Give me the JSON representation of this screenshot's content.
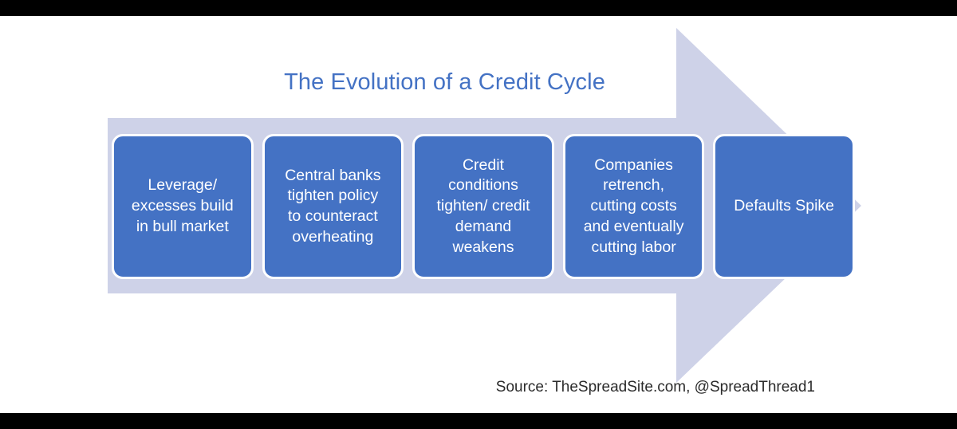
{
  "slide": {
    "title": "The Evolution of a Credit Cycle",
    "title_color": "#4472C4",
    "background_color": "#FFFFFF",
    "source": "Source: TheSpreadSite.com, @SpreadThread1"
  },
  "arrow": {
    "name": "right-pointing-process-arrow",
    "fill_color": "#CED2E8"
  },
  "boxes": [
    {
      "index": 1,
      "label": "Leverage/\nexcesses build\nin bull market",
      "fill_color": "#4472C4",
      "border_color": "#FFFFFF",
      "text_color": "#FFFFFF"
    },
    {
      "index": 2,
      "label": "Central banks\ntighten policy\nto counteract\noverheating",
      "fill_color": "#4472C4",
      "border_color": "#FFFFFF",
      "text_color": "#FFFFFF"
    },
    {
      "index": 3,
      "label": "Credit\nconditions\ntighten/ credit\ndemand\nweakens",
      "fill_color": "#4472C4",
      "border_color": "#FFFFFF",
      "text_color": "#FFFFFF"
    },
    {
      "index": 4,
      "label": "Companies\nretrench,\ncutting costs\nand eventually\ncutting labor",
      "fill_color": "#4472C4",
      "border_color": "#FFFFFF",
      "text_color": "#FFFFFF"
    },
    {
      "index": 5,
      "label": "Defaults Spike",
      "fill_color": "#4472C4",
      "border_color": "#FFFFFF",
      "text_color": "#FFFFFF"
    }
  ]
}
